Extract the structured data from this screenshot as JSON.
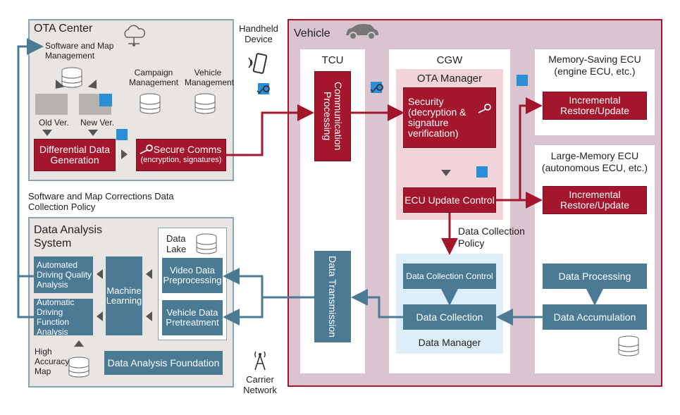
{
  "ota_center": {
    "title": "OTA Center",
    "software_map_mgmt": "Software and Map Management",
    "campaign_mgmt": "Campaign Management",
    "vehicle_mgmt": "Vehicle Management",
    "old_ver": "Old Ver.",
    "new_ver": "New Ver.",
    "diff_gen": "Differential Data Generation",
    "secure_comms": "Secure Comms",
    "secure_comms_sub": "(encryption, signatures)"
  },
  "handheld": "Handheld Device",
  "corrections_label": "Software and Map Corrections Data Collection Policy",
  "data_analysis": {
    "title": "Data Analysis System",
    "adq": "Automated Driving Quality Analysis",
    "adf": "Automatic Driving Function Analysis",
    "ml": "Machine Learning",
    "data_lake": "Data Lake",
    "video_pre": "Video Data Preprocessing",
    "vehicle_pre": "Vehicle Data Pretreatment",
    "hd_map": "High Accuracy Map",
    "foundation": "Data Analysis Foundation"
  },
  "carrier": "Carrier Network",
  "vehicle": {
    "title": "Vehicle",
    "tcu": "TCU",
    "comm_proc": "Communication Processing",
    "data_tx": "Data Transmission",
    "cgw": "CGW",
    "ota_manager": "OTA Manager",
    "security": "Security (decryption & signature verification)",
    "ecu_update": "ECU Update Control",
    "dc_policy": "Data Collection Policy",
    "dc_control": "Data Collection Control",
    "data_collection": "Data Collection",
    "data_manager": "Data Manager",
    "mem_saving": "Memory-Saving ECU (engine ECU, etc.)",
    "incremental1": "Incremental Restore/Update",
    "large_mem": "Large-Memory ECU (autonomous ECU, etc.)",
    "incremental2": "Incremental Restore/Update",
    "data_processing": "Data Processing",
    "data_accumulation": "Data Accumulation"
  },
  "colors": {
    "red": "#a3162b",
    "teal": "#4a7a94",
    "blue_accent": "#2a8fd6",
    "vehicle_bg": "#d9c4cf"
  },
  "icons": [
    "cloud-network-icon",
    "database-icon",
    "phone-icon",
    "car-icon",
    "key-icon",
    "antenna-icon",
    "check-badge-icon"
  ]
}
